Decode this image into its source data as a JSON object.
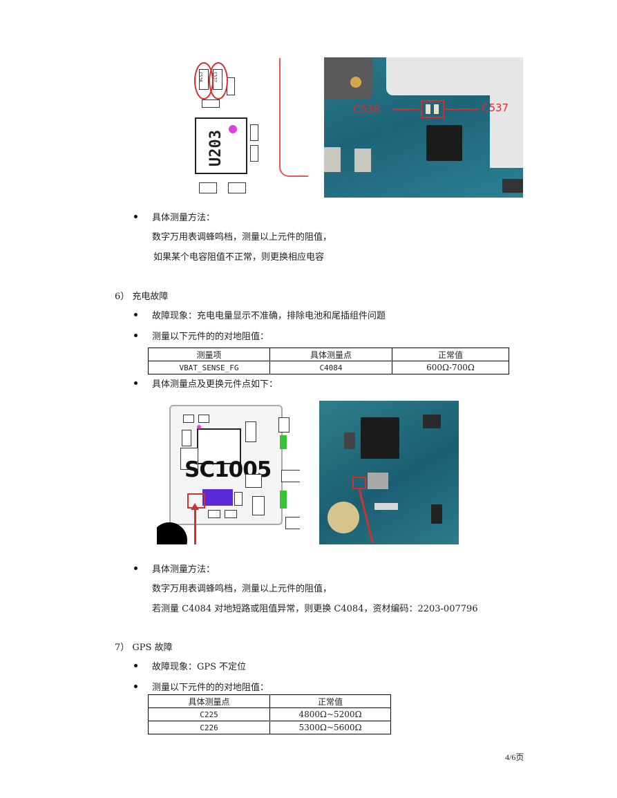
{
  "top_section": {
    "schematic_labels": {
      "c1": "C538",
      "c2": "C537",
      "chip": "U203"
    },
    "photo_labels": {
      "left": "C538",
      "right": "C537"
    },
    "method_heading": "具体测量方法：",
    "method_line1": "数字万用表调蜂鸣档，测量以上元件的阻值，",
    "method_line2": "如果某个电容阻值不正常，则更换相应电容"
  },
  "section6": {
    "title": "6） 充电故障",
    "symptom": "故障现象：充电电量显示不准确，排除电池和尾插组件问题",
    "measure_intro": "测量以下元件的的对地阻值：",
    "table": {
      "headers": [
        "测量项",
        "具体测量点",
        "正常值"
      ],
      "rows": [
        [
          "VBAT_SENSE_FG",
          "C4084",
          "600Ω-700Ω"
        ]
      ]
    },
    "points_intro": "具体测量点及更换元件点如下：",
    "schematic_label": "SC1005",
    "method_heading": "具体测量方法：",
    "method_line1": "数字万用表调蜂鸣档，测量以上元件的阻值，",
    "method_line2": "若测量 C4084 对地短路或阻值异常，则更换 C4084，资材编码：2203-007796"
  },
  "section7": {
    "title": "7） GPS 故障",
    "symptom": "故障现象：GPS 不定位",
    "measure_intro": "测量以下元件的的对地阻值：",
    "table": {
      "headers": [
        "具体测量点",
        "正常值"
      ],
      "rows": [
        [
          "C225",
          "4800Ω~5200Ω"
        ],
        [
          "C226",
          "5300Ω~5600Ω"
        ]
      ]
    }
  },
  "footer": {
    "page": "4/6页"
  },
  "colors": {
    "pcb": "#1e6478",
    "marker_red": "#d23030",
    "highlight_purple": "#5a2bd6",
    "dot_magenta": "#e040e0"
  }
}
